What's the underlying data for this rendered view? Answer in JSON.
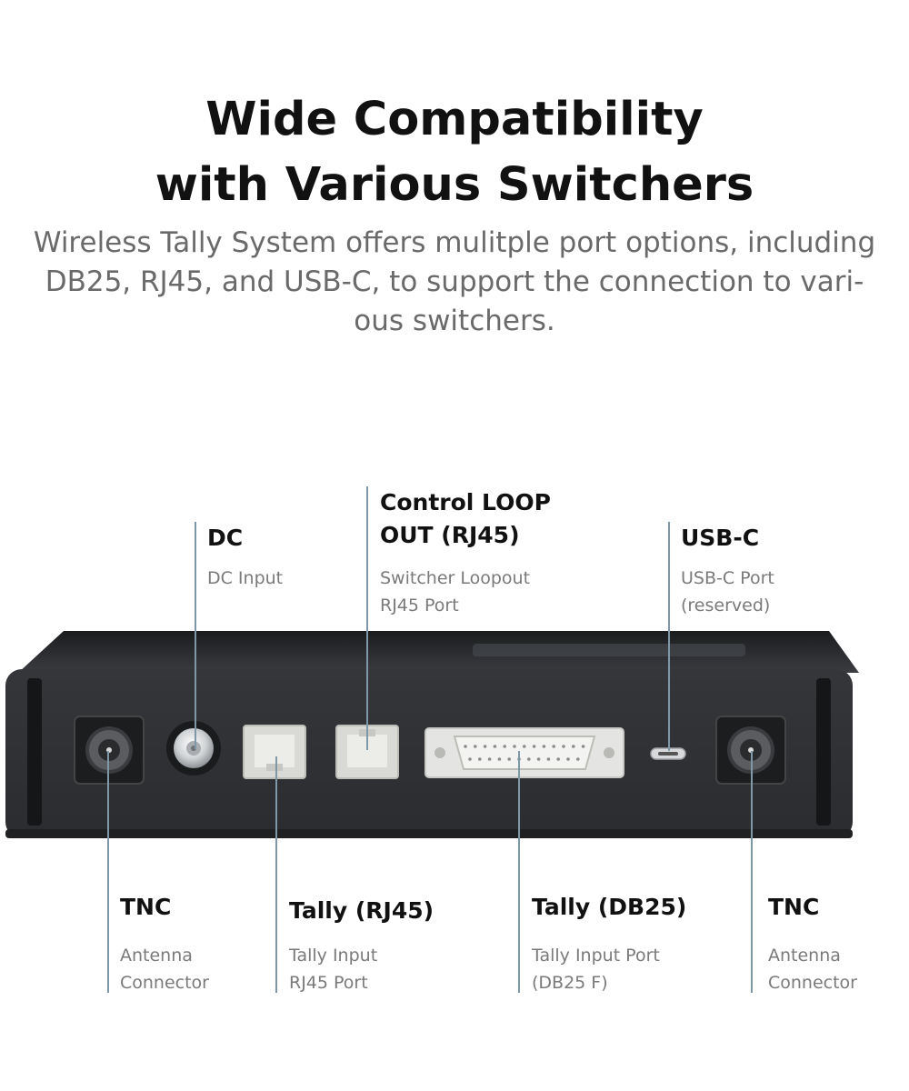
{
  "headline": {
    "line1": "Wide Compatibility",
    "line2": "with Various Switchers"
  },
  "subhead": {
    "line1": "Wireless Tally System offers mulitple port options, including",
    "line2": "DB25, RJ45, and USB-C, to support the connection to vari-",
    "line3": "ous switchers."
  },
  "callouts": {
    "dc": {
      "title": "DC",
      "desc1": "DC Input"
    },
    "loop": {
      "title1": "Control LOOP",
      "title2": "OUT (RJ45)",
      "desc1": "Switcher Loopout",
      "desc2": "RJ45 Port"
    },
    "usbc": {
      "title": "USB-C",
      "desc1": "USB-C Port",
      "desc2": "(reserved)"
    },
    "tnc_left": {
      "title": "TNC",
      "desc1": "Antenna",
      "desc2": "Connector"
    },
    "tally_rj45": {
      "title": "Tally (RJ45)",
      "desc1": "Tally Input",
      "desc2": "RJ45 Port"
    },
    "tally_db25": {
      "title": "Tally (DB25)",
      "desc1": "Tally Input Port",
      "desc2": "(DB25 F)"
    },
    "tnc_right": {
      "title": "TNC",
      "desc1": "Antenna",
      "desc2": "Connector"
    }
  },
  "colors": {
    "callout_line": "#7f98a8",
    "device_body": "#2b2d30",
    "subhead_text": "#6a6a6a"
  },
  "icons": {
    "device": "wireless-tally-receiver-back-panel",
    "tnc": "tnc-antenna-connector-icon",
    "dc": "dc-barrel-jack-icon",
    "rj45": "rj45-port-icon",
    "db25": "db25-port-icon",
    "usbc": "usb-c-port-icon"
  }
}
